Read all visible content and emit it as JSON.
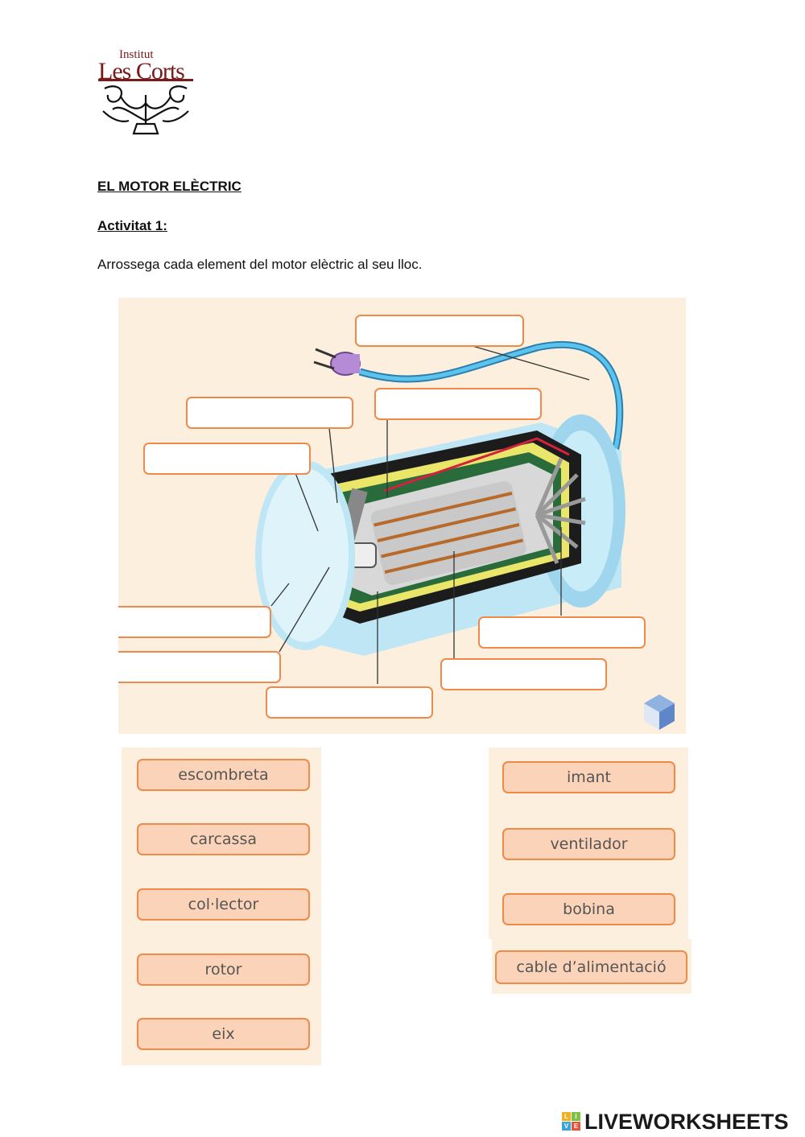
{
  "logo": {
    "line1": "Institut",
    "line2": "Les Corts"
  },
  "title": "EL MOTOR ELÈCTRIC",
  "activity": "Activitat 1:",
  "instruction": "Arrossega cada element del motor elèctric al seu lloc.",
  "word_bank_left": [
    "escombreta",
    "carcassa",
    "col·lector",
    "rotor",
    "eix"
  ],
  "word_bank_right": [
    "imant",
    "ventilador",
    "bobina"
  ],
  "word_bank_extra": "cable d’alimentació",
  "footer": {
    "brand": "LIVEWORKSHEETS",
    "mark_letters": [
      "L",
      "I",
      "V",
      "E"
    ]
  },
  "colors": {
    "chip_fill": "#fbd3b8",
    "chip_border": "#ef8a4a",
    "panel_bg": "#fdefdd",
    "cable": "#3aa6d8",
    "casing": "#bfe6f5"
  }
}
